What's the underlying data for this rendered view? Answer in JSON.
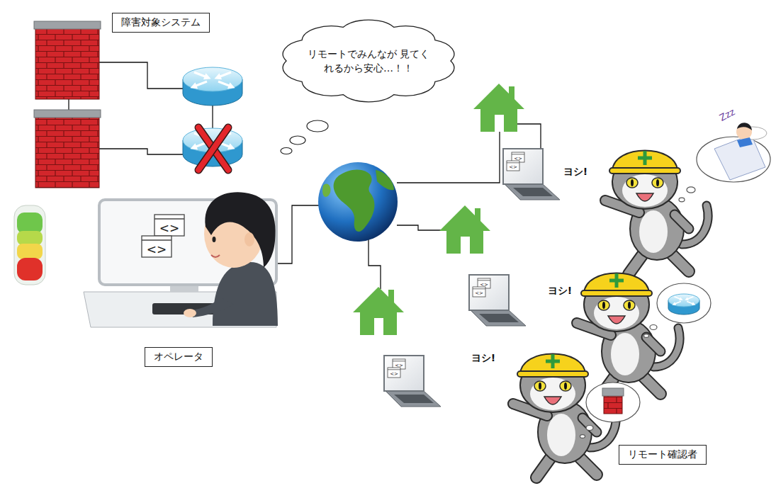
{
  "diagram": {
    "nodes": [
      {
        "text": [
          "障害対象システム"
        ]
      },
      {
        "text": [
          "リモートでみんなが 見てくれるから安心…！！"
        ]
      },
      {
        "text": [
          "オペレータ"
        ]
      },
      {
        "text": [
          "リモート確認者"
        ]
      }
    ],
    "labels": [
      "<>",
      "<>",
      "<>",
      "<>",
      "ヨシ!",
      "<>",
      "<>",
      "ヨシ!",
      "<>",
      "<>",
      "ヨシ!",
      "Zzz"
    ]
  }
}
